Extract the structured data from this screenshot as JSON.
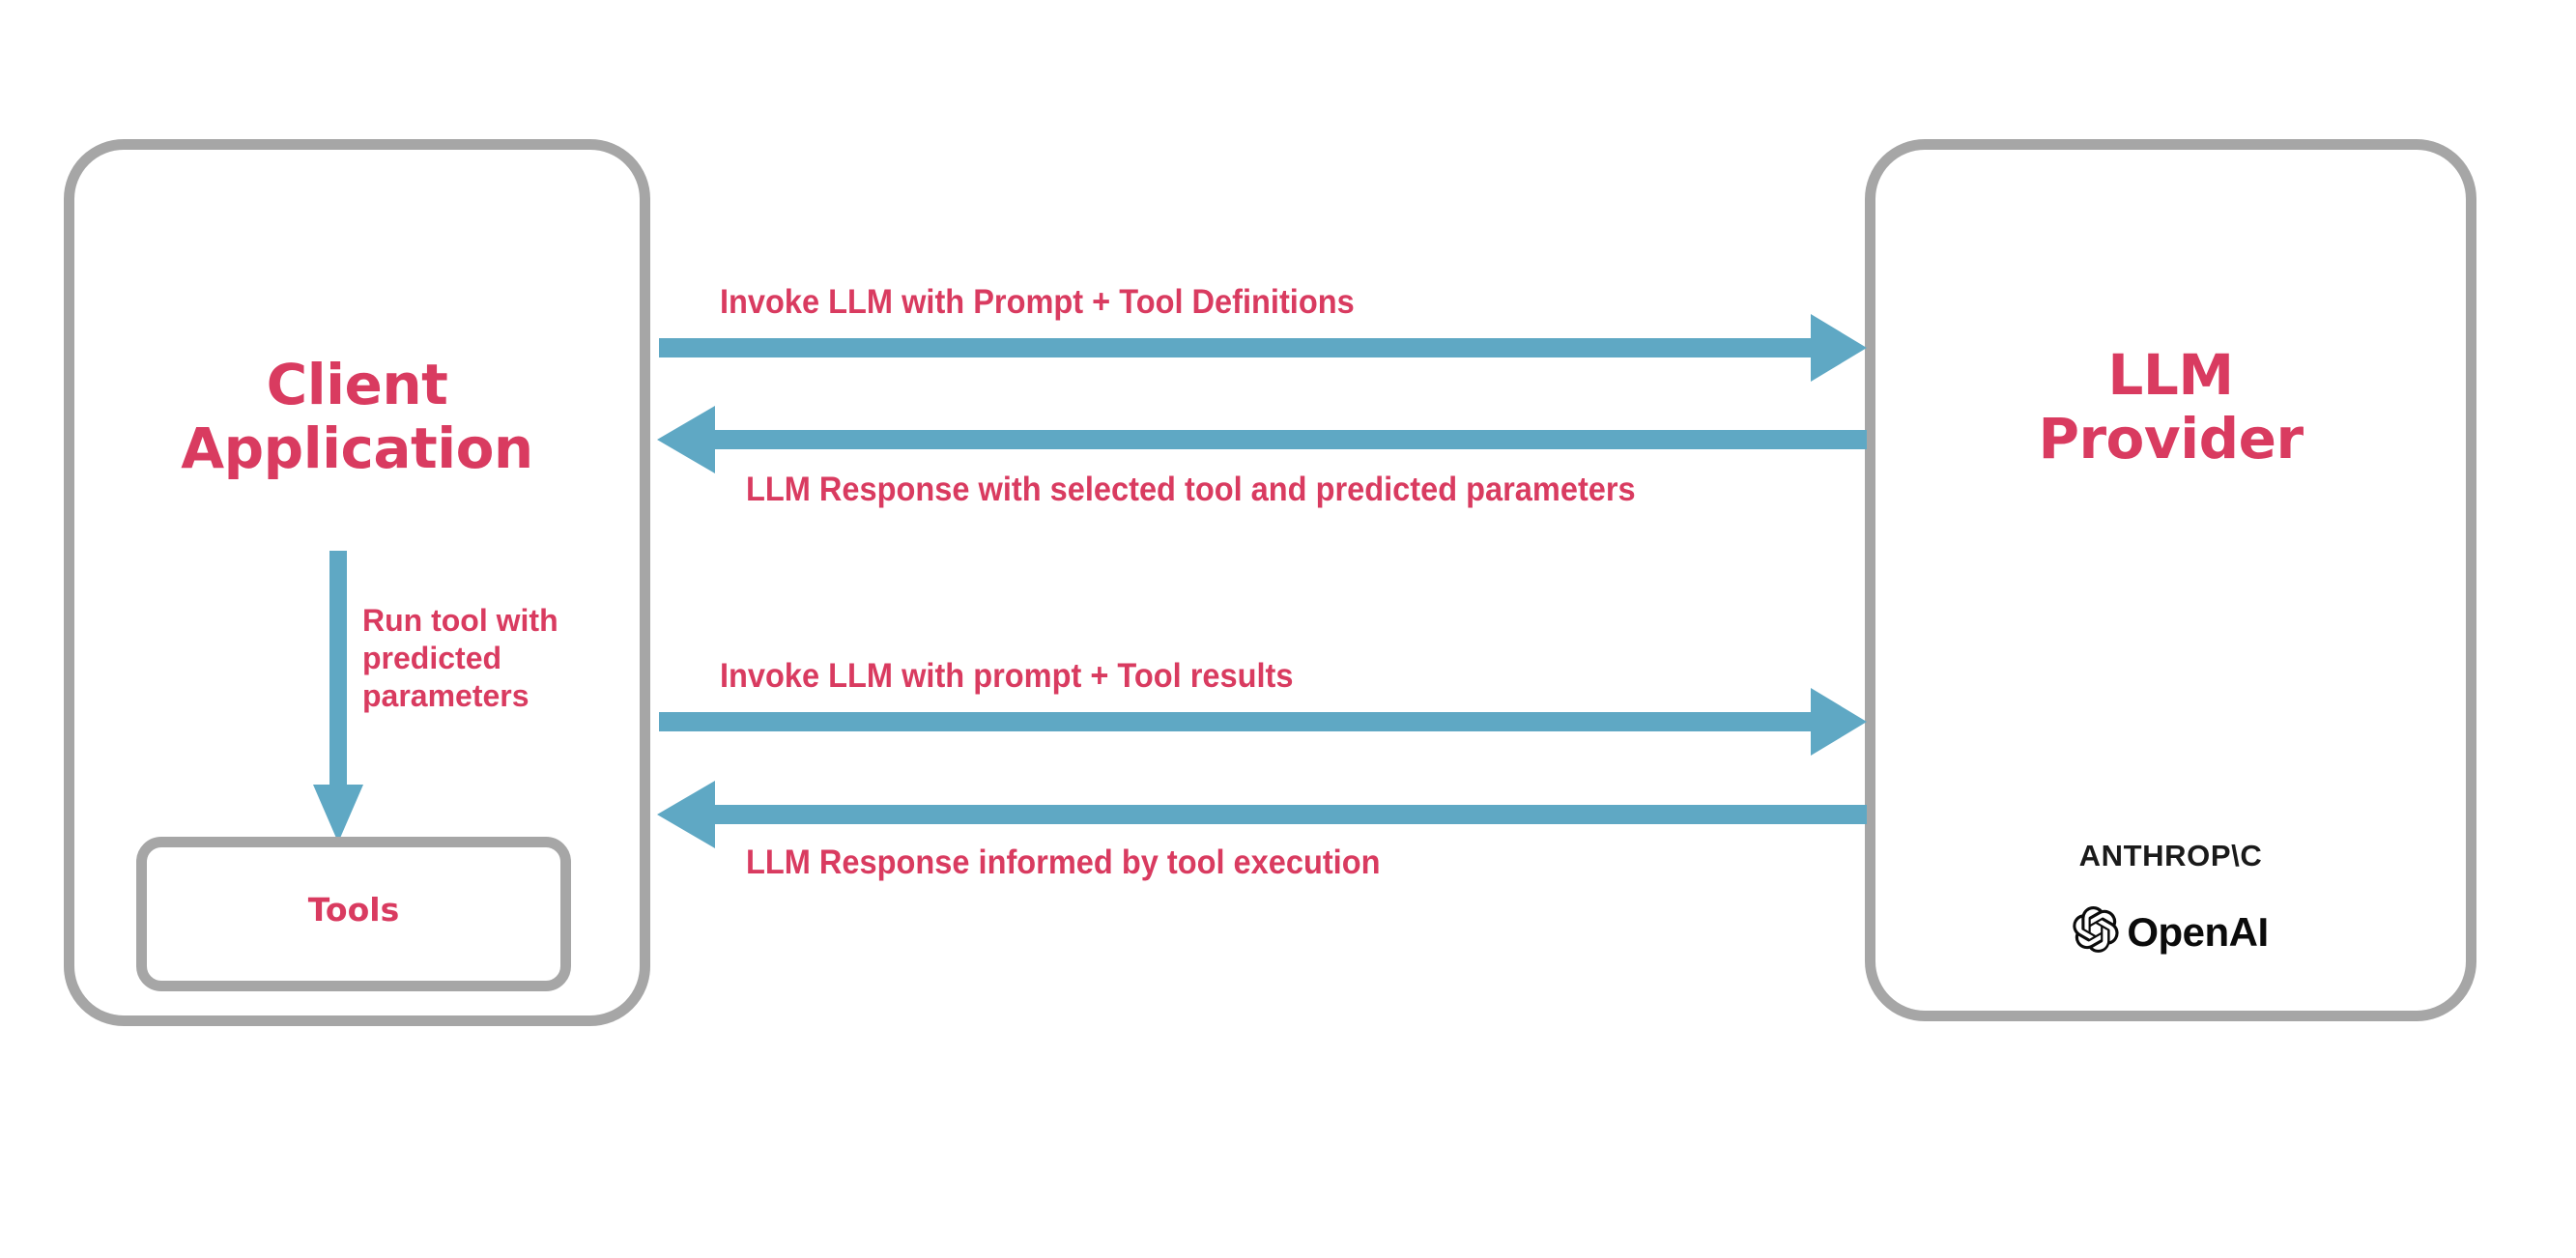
{
  "diagram": {
    "title": "LLM tool-calling flow between client application and LLM provider",
    "colors": {
      "accent_pink": "#d93b60",
      "arrow_blue": "#5fa8c4",
      "box_border_gray": "#a6a6a6",
      "logo_black": "#1a1a1a",
      "background": "#ffffff"
    }
  },
  "client": {
    "title_line_1": "Client",
    "title_line_2": "Application",
    "tools_label": "Tools",
    "internal_arrow_label": "Run tool with predicted parameters"
  },
  "provider": {
    "title_line_1": "LLM",
    "title_line_2": "Provider",
    "logos": [
      {
        "name": "anthropic-logo",
        "text": "ANTHROP\\C"
      },
      {
        "name": "openai-logo",
        "text": "OpenAI"
      }
    ]
  },
  "flows": [
    {
      "id": "flow-1",
      "label": "Invoke LLM with Prompt + Tool Definitions",
      "direction": "right",
      "from": "client",
      "to": "provider"
    },
    {
      "id": "flow-2",
      "label": "LLM Response with selected tool and predicted parameters",
      "direction": "left",
      "from": "provider",
      "to": "client"
    },
    {
      "id": "flow-3",
      "label": "Invoke LLM with prompt + Tool results",
      "direction": "right",
      "from": "client",
      "to": "provider"
    },
    {
      "id": "flow-4",
      "label": "LLM Response informed by tool execution",
      "direction": "left",
      "from": "provider",
      "to": "client"
    }
  ]
}
